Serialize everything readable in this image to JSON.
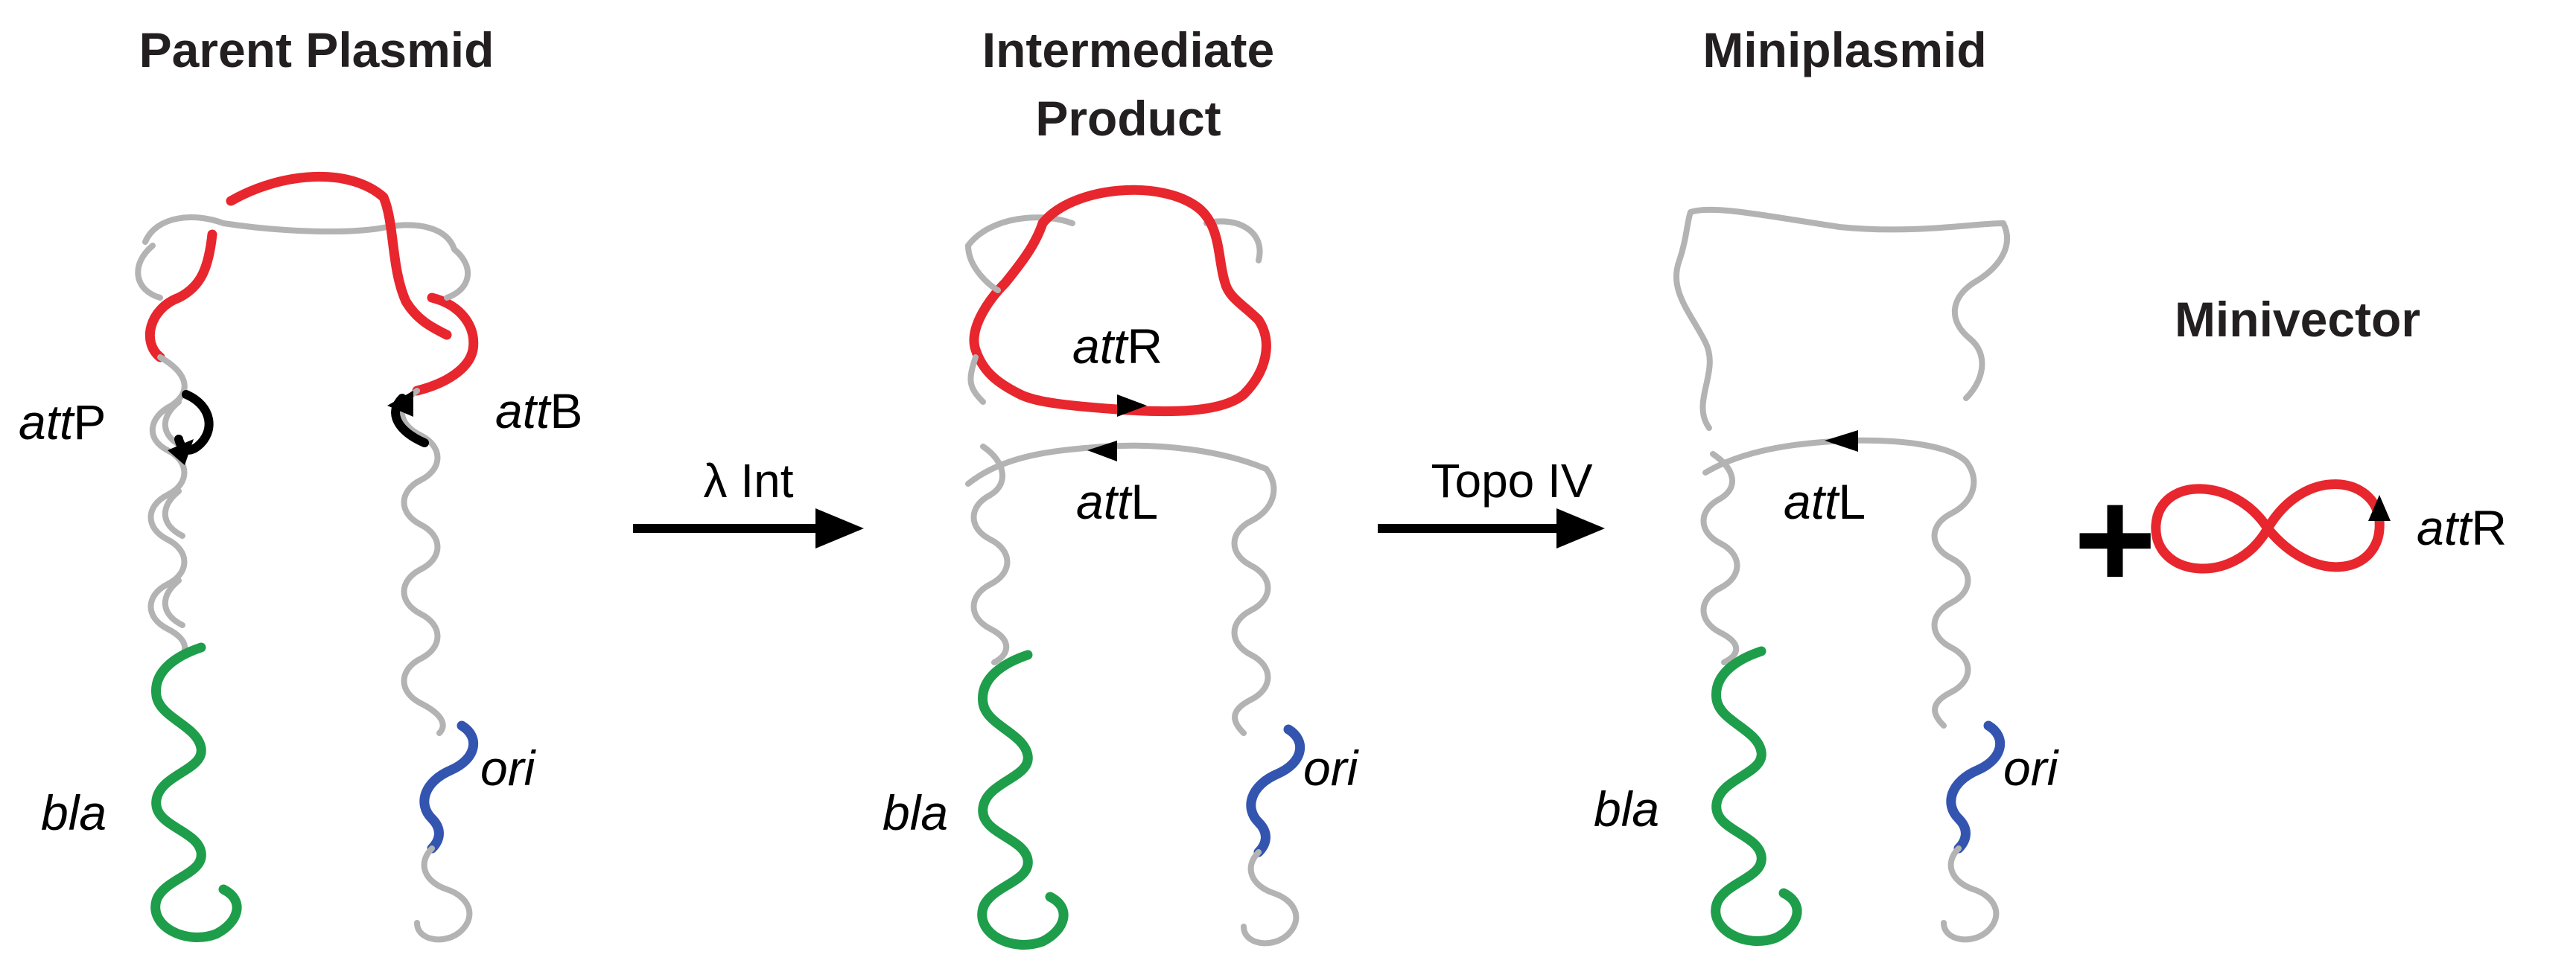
{
  "panels": {
    "parent": {
      "title": "Parent Plasmid",
      "attP": "att",
      "attP_suffix": "P",
      "attB": "att",
      "attB_suffix": "B",
      "bla": "bla",
      "ori": "ori"
    },
    "intermediate": {
      "title_line1": "Intermediate",
      "title_line2": "Product",
      "attR": "att",
      "attR_suffix": "R",
      "attL": "att",
      "attL_suffix": "L",
      "bla": "bla",
      "ori": "ori"
    },
    "miniplasmid": {
      "title": "Miniplasmid",
      "attL": "att",
      "attL_suffix": "L",
      "bla": "bla",
      "ori": "ori"
    },
    "minivector": {
      "title": "Minivector",
      "attR": "att",
      "attR_suffix": "R"
    }
  },
  "steps": {
    "step1": "λ Int",
    "step2": "Topo IV"
  },
  "plus_sign": "+",
  "colors": {
    "backbone": "#b3b3b3",
    "att_region": "#e8262d",
    "bla": "#1e9e4a",
    "ori": "#3355b0",
    "arrow": "#000000",
    "text": "#231f20"
  }
}
